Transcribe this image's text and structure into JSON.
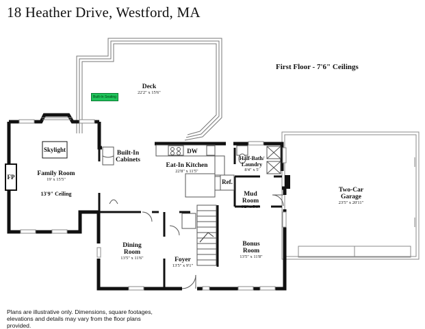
{
  "header": {
    "address": "18 Heather Drive, Westford, MA"
  },
  "floor": {
    "label": "First Floor - 7'6\" Ceilings"
  },
  "rooms": {
    "deck": {
      "name": "Deck",
      "dims": "22'2\" x 15'6\""
    },
    "family": {
      "name": "Family Room",
      "dims": "19' x 15'5\"",
      "note": "13'9\" Ceiling"
    },
    "kitchen": {
      "name": "Eat-In Kitchen",
      "dims": "22'8\" x 11'5\""
    },
    "dining": {
      "name": "Dining Room",
      "dims": "13'5\" x 11'6\""
    },
    "foyer": {
      "name": "Foyer",
      "dims": "13'5\" x 9'1\""
    },
    "bonus": {
      "name": "Bonus Room",
      "dims": "13'5\" x 11'8\""
    },
    "mud": {
      "name": "Mud Room",
      "dims": "6'2\" x 5'6\""
    },
    "bath": {
      "name": "Half-Bath/ Laundry",
      "dims": "8'4\" x 5'"
    },
    "garage": {
      "name": "Two-Car Garage",
      "dims": "23'5\" x 20'11\""
    }
  },
  "fixtures": {
    "seating": "Built-In Seating",
    "cabinets": "Built-In Cabinets",
    "skylight": "Skylight",
    "fireplace": "FP",
    "dishwasher": "DW",
    "fridge": "Ref."
  },
  "footer": {
    "disclaimer": "Plans are illustrative only. Dimensions, square footages, elevations and details may vary from the floor plans provided."
  }
}
